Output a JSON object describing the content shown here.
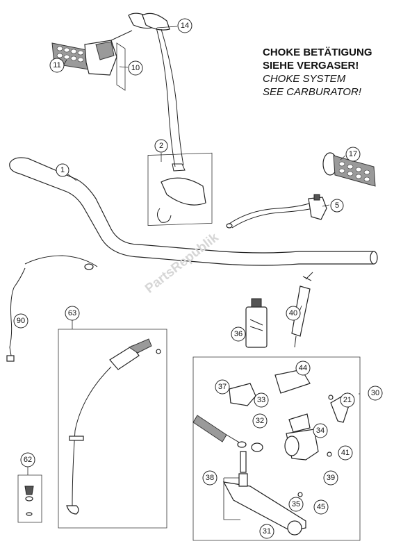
{
  "notes": {
    "de_line1": "CHOKE BETÄTIGUNG",
    "de_line2": "SIEHE VERGASER!",
    "en_line1": "CHOKE SYSTEM",
    "en_line2": "SEE CARBURATOR!"
  },
  "watermark": "PartsRepublik",
  "callouts": [
    {
      "id": "c1",
      "label": "1"
    },
    {
      "id": "c2",
      "label": "2"
    },
    {
      "id": "c5",
      "label": "5"
    },
    {
      "id": "c10",
      "label": "10"
    },
    {
      "id": "c11",
      "label": "11"
    },
    {
      "id": "c14",
      "label": "14"
    },
    {
      "id": "c17",
      "label": "17"
    },
    {
      "id": "c21",
      "label": "21"
    },
    {
      "id": "c30",
      "label": "30"
    },
    {
      "id": "c31",
      "label": "31"
    },
    {
      "id": "c32",
      "label": "32"
    },
    {
      "id": "c33",
      "label": "33"
    },
    {
      "id": "c34",
      "label": "34"
    },
    {
      "id": "c35",
      "label": "35"
    },
    {
      "id": "c36",
      "label": "36"
    },
    {
      "id": "c37",
      "label": "37"
    },
    {
      "id": "c38",
      "label": "38"
    },
    {
      "id": "c39",
      "label": "39"
    },
    {
      "id": "c40",
      "label": "40"
    },
    {
      "id": "c41",
      "label": "41"
    },
    {
      "id": "c44",
      "label": "44"
    },
    {
      "id": "c45",
      "label": "45"
    },
    {
      "id": "c62",
      "label": "62"
    },
    {
      "id": "c63",
      "label": "63"
    },
    {
      "id": "c90",
      "label": "90"
    }
  ]
}
